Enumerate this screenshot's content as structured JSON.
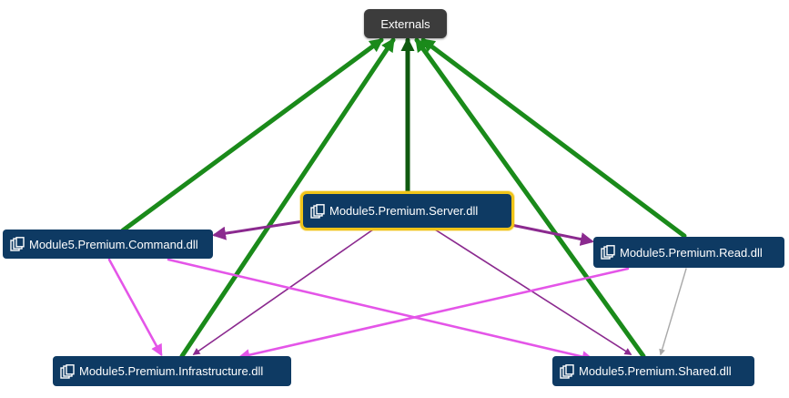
{
  "diagram": {
    "title": "",
    "nodes": [
      {
        "id": "externals",
        "label": "Externals",
        "kind": "external",
        "selected": false
      },
      {
        "id": "server",
        "label": "Module5.Premium.Server.dll",
        "kind": "assembly",
        "icon": "assembly-icon",
        "selected": true
      },
      {
        "id": "command",
        "label": "Module5.Premium.Command.dll",
        "kind": "assembly",
        "icon": "assembly-icon",
        "selected": false
      },
      {
        "id": "read",
        "label": "Module5.Premium.Read.dll",
        "kind": "assembly",
        "icon": "assembly-icon",
        "selected": false
      },
      {
        "id": "infrastructure",
        "label": "Module5.Premium.Infrastructure.dll",
        "kind": "assembly",
        "icon": "assembly-icon",
        "selected": false
      },
      {
        "id": "shared",
        "label": "Module5.Premium.Shared.dll",
        "kind": "assembly",
        "icon": "assembly-icon",
        "selected": false
      }
    ],
    "edges": [
      {
        "from": "command",
        "to": "externals",
        "style": "green"
      },
      {
        "from": "infrastructure",
        "to": "externals",
        "style": "green"
      },
      {
        "from": "server",
        "to": "externals",
        "style": "darkgreen"
      },
      {
        "from": "read",
        "to": "externals",
        "style": "green"
      },
      {
        "from": "shared",
        "to": "externals",
        "style": "green"
      },
      {
        "from": "server",
        "to": "command",
        "style": "purple-thick"
      },
      {
        "from": "server",
        "to": "read",
        "style": "purple-thick"
      },
      {
        "from": "server",
        "to": "infrastructure",
        "style": "purple"
      },
      {
        "from": "server",
        "to": "shared",
        "style": "purple"
      },
      {
        "from": "command",
        "to": "infrastructure",
        "style": "magenta"
      },
      {
        "from": "command",
        "to": "shared",
        "style": "magenta"
      },
      {
        "from": "read",
        "to": "infrastructure",
        "style": "magenta"
      },
      {
        "from": "read",
        "to": "shared",
        "style": "gray"
      }
    ],
    "colors": {
      "green": "#1a8a1a",
      "darkgreen": "#0f5a0f",
      "purple": "#8b2a8f",
      "magenta": "#e455e8",
      "gray": "#a8a8a8",
      "node_fill": "#0e3a63",
      "external_fill": "#3c3c3c",
      "selection": "#f0c419"
    }
  }
}
